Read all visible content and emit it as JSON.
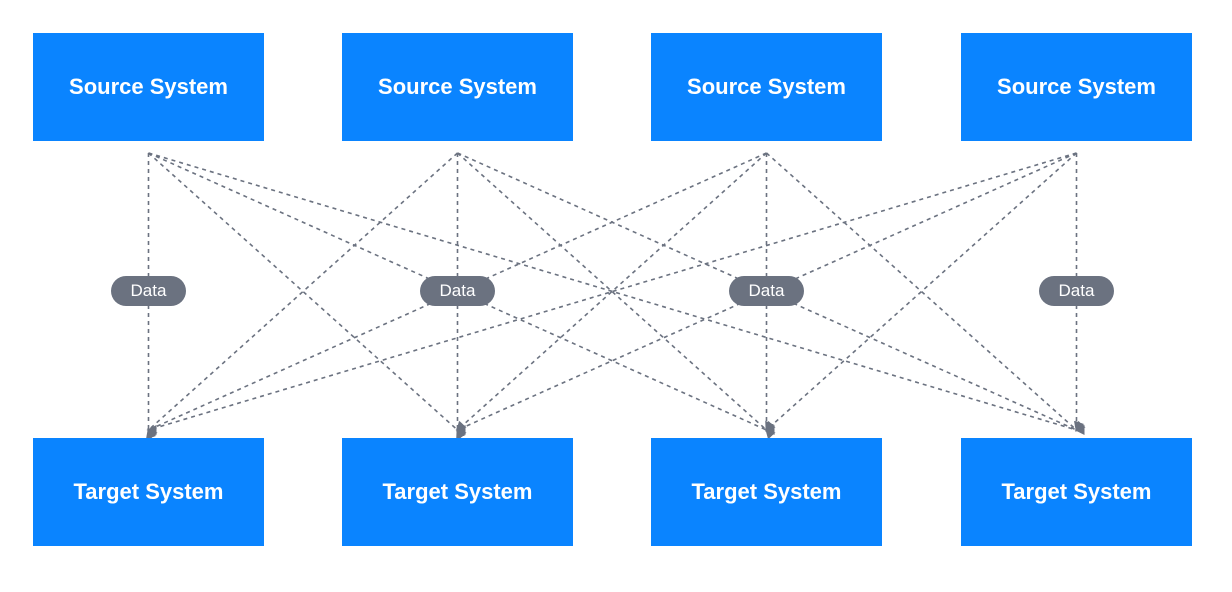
{
  "colors": {
    "box": "#0a84ff",
    "connector": "#6b7280",
    "pill": "#6b7280",
    "label_text": "#ffffff"
  },
  "sources": [
    {
      "label": "Source System"
    },
    {
      "label": "Source System"
    },
    {
      "label": "Source System"
    },
    {
      "label": "Source System"
    }
  ],
  "targets": [
    {
      "label": "Target System"
    },
    {
      "label": "Target System"
    },
    {
      "label": "Target System"
    },
    {
      "label": "Target System"
    }
  ],
  "data_labels": [
    "Data",
    "Data",
    "Data",
    "Data"
  ]
}
